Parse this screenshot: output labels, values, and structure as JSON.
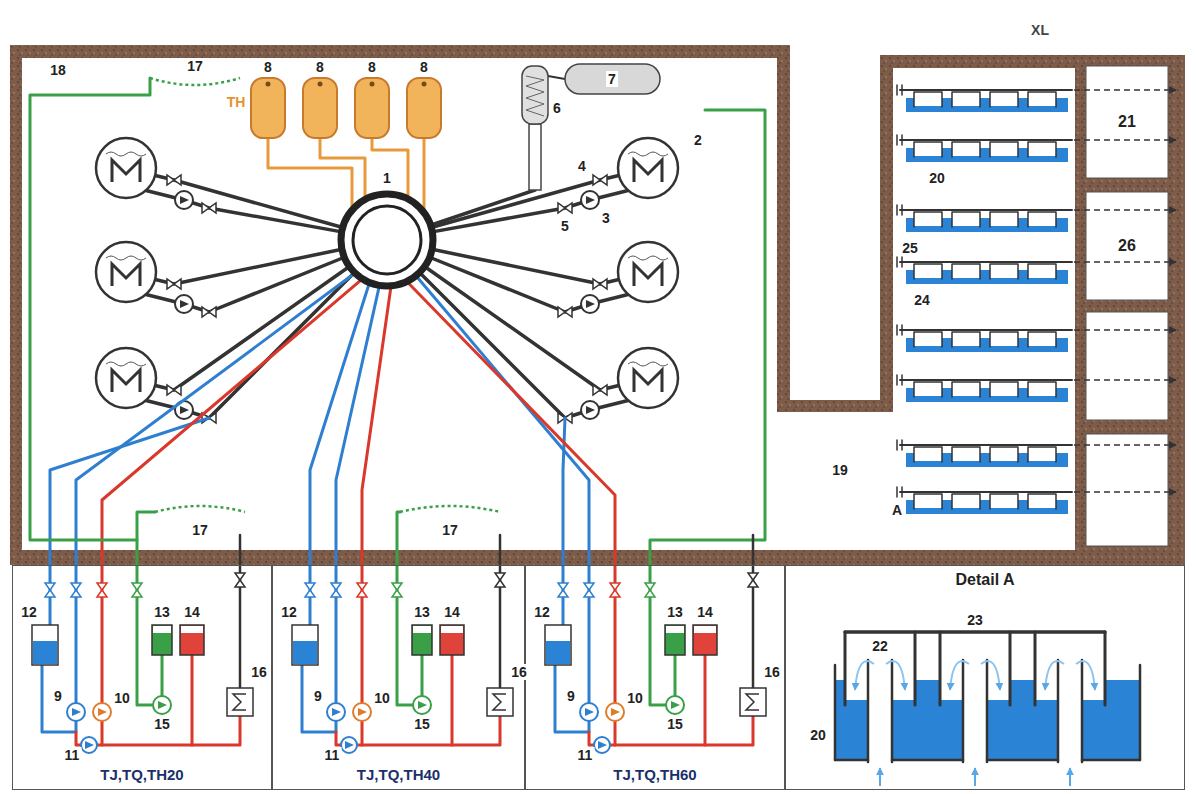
{
  "diagram": {
    "nodes": [
      {
        "text": [
          "21"
        ]
      },
      {
        "text": [
          "26"
        ]
      },
      {
        "text": [
          "TJ,TQ,TH20"
        ]
      },
      {
        "text": [
          "TJ,TQ,TH40"
        ]
      },
      {
        "text": [
          "TJ,TQ,TH60"
        ]
      },
      {
        "text": [
          "Detail A"
        ]
      }
    ],
    "labels": [
      "XL",
      "18",
      "17",
      "8",
      "8",
      "8",
      "8",
      "TH",
      "6",
      "7",
      "4",
      "2",
      "3",
      "5",
      "1",
      "20",
      "25",
      "24",
      "19",
      "A",
      "17",
      "17",
      "12",
      "9",
      "10",
      "11",
      "13",
      "14",
      "15",
      "16",
      "12",
      "9",
      "10",
      "11",
      "13",
      "14",
      "15",
      "16",
      "12",
      "9",
      "10",
      "11",
      "13",
      "14",
      "15",
      "16",
      "23",
      "22",
      "20"
    ]
  }
}
